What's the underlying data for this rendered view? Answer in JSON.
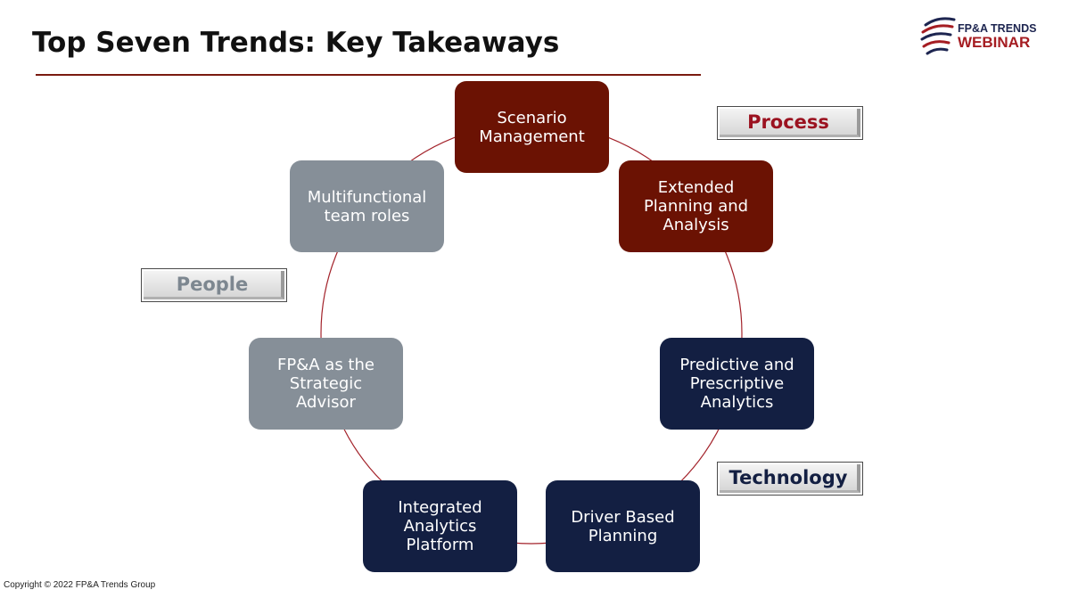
{
  "title": "Top Seven Trends: Key Takeaways",
  "logo": {
    "line1": "FP&A TRENDS",
    "line2": "WEBINAR"
  },
  "colors": {
    "process": "#6b1203",
    "people": "#868f98",
    "technology": "#131f42",
    "ring": "#a3232b",
    "title_rule": "#7a1a10"
  },
  "categories": {
    "process": {
      "label": "Process",
      "color": "#9b1220"
    },
    "people": {
      "label": "People",
      "color": "#7d8790"
    },
    "technology": {
      "label": "Technology",
      "color": "#131f42"
    }
  },
  "nodes": [
    {
      "id": "scenario-management",
      "lines": [
        "Scenario",
        "Management"
      ],
      "category": "process"
    },
    {
      "id": "extended-planning",
      "lines": [
        "Extended",
        "Planning and",
        "Analysis"
      ],
      "category": "process"
    },
    {
      "id": "predictive-prescriptive",
      "lines": [
        "Predictive and",
        "Prescriptive",
        "Analytics"
      ],
      "category": "technology"
    },
    {
      "id": "driver-based-planning",
      "lines": [
        "Driver Based",
        "Planning"
      ],
      "category": "technology"
    },
    {
      "id": "integrated-analytics",
      "lines": [
        "Integrated",
        "Analytics",
        "Platform"
      ],
      "category": "technology"
    },
    {
      "id": "strategic-advisor",
      "lines": [
        "FP&A as the",
        "Strategic",
        "Advisor"
      ],
      "category": "people"
    },
    {
      "id": "multifunctional-team",
      "lines": [
        "Multifunctional",
        "team roles"
      ],
      "category": "people"
    }
  ],
  "footer": {
    "copyright": "Copyright © 2022 FP&A Trends Group"
  }
}
